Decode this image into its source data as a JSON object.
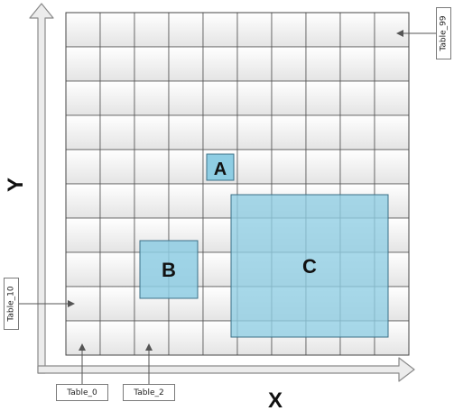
{
  "axes": {
    "x_label": "X",
    "y_label": "Y"
  },
  "grid": {
    "rows": 10,
    "cols": 10
  },
  "regions": [
    {
      "label": "A"
    },
    {
      "label": "B"
    },
    {
      "label": "C"
    }
  ],
  "callouts": {
    "table_0": "Table_0",
    "table_2": "Table_2",
    "table_10": "Table_10",
    "table_99": "Table_99"
  }
}
